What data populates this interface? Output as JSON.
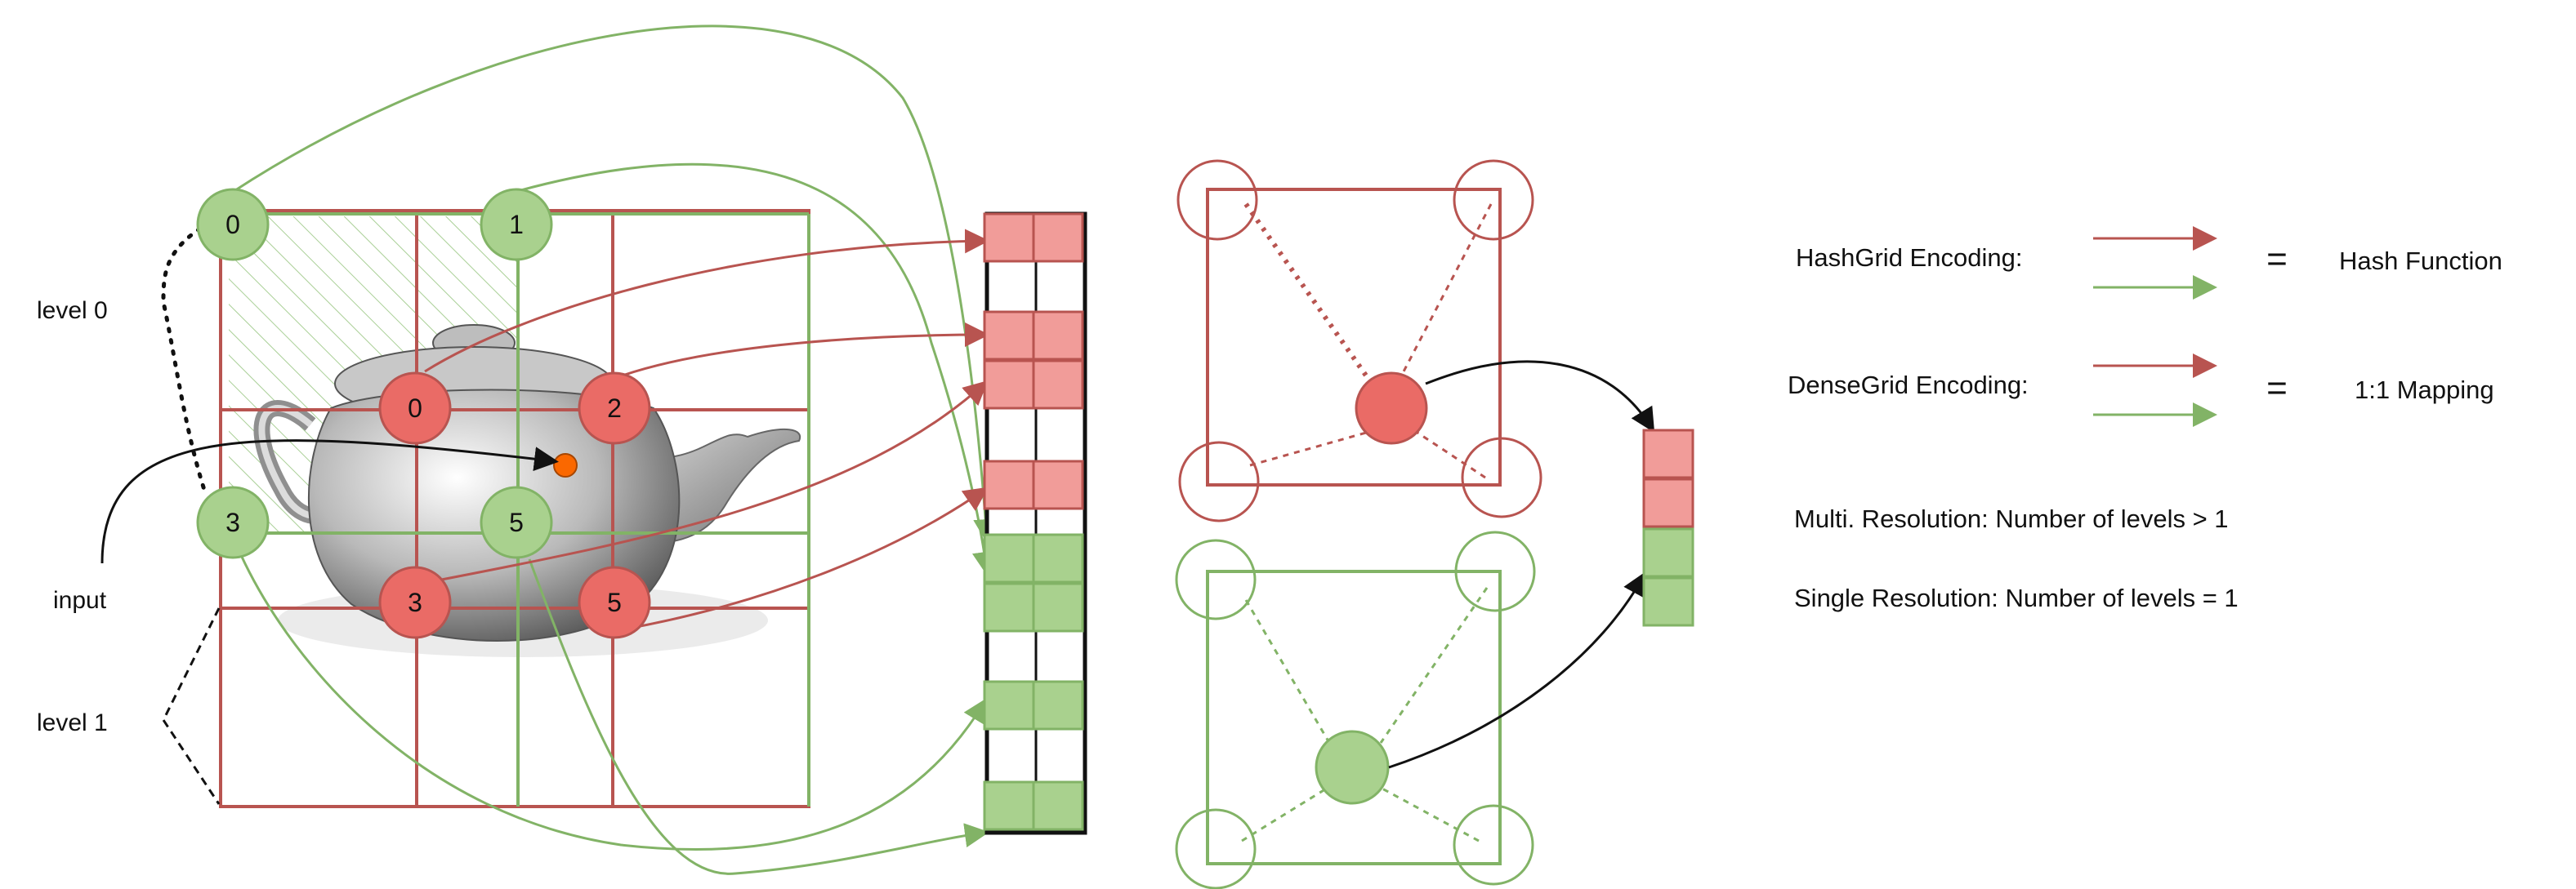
{
  "labels": {
    "level0": "level 0",
    "level1": "level 1",
    "input": "input"
  },
  "nodes": {
    "green": [
      "0",
      "1",
      "3",
      "5"
    ],
    "red": [
      "0",
      "2",
      "3",
      "5"
    ]
  },
  "legend": {
    "hashgrid_label": "HashGrid Encoding:",
    "hashgrid_eq": "=",
    "hashgrid_result": "Hash Function",
    "densegrid_label": "DenseGrid Encoding:",
    "densegrid_eq": "=",
    "densegrid_result": "1:1 Mapping",
    "multi_res": "Multi. Resolution: Number of levels > 1",
    "single_res": "Single Resolution: Number of levels = 1"
  },
  "colors": {
    "red": "#b85450",
    "red_fill": "#ea6b66",
    "green": "#82b366",
    "green_fill": "#a9d18e",
    "orange": "#fa6800",
    "ink": "#111111"
  },
  "icons": [
    "teapot-icon",
    "query-point-icon"
  ]
}
